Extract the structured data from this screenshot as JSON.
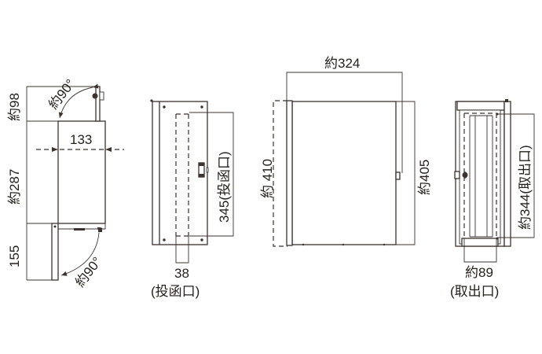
{
  "diagram": {
    "type": "dimension-drawing",
    "units": "mm",
    "line_color": "#3a3330",
    "text_color": "#231f1c",
    "views": {
      "side": {
        "labels": {
          "top_height": "約98",
          "body_height": "約287",
          "bottom_height": "155",
          "depth": "133",
          "top_angle": "約90°",
          "bottom_angle": "約90°"
        }
      },
      "back": {
        "labels": {
          "slot_height": "345(投函口)",
          "slot_width": "38",
          "slot_width_caption": "(投函口)"
        }
      },
      "front": {
        "labels": {
          "width": "約324",
          "total_height": "約 410",
          "body_height": "約405"
        }
      },
      "rear_door": {
        "labels": {
          "opening_height": "約344(取出口)",
          "opening_width": "約89",
          "opening_width_caption": "(取出口)"
        }
      }
    }
  }
}
